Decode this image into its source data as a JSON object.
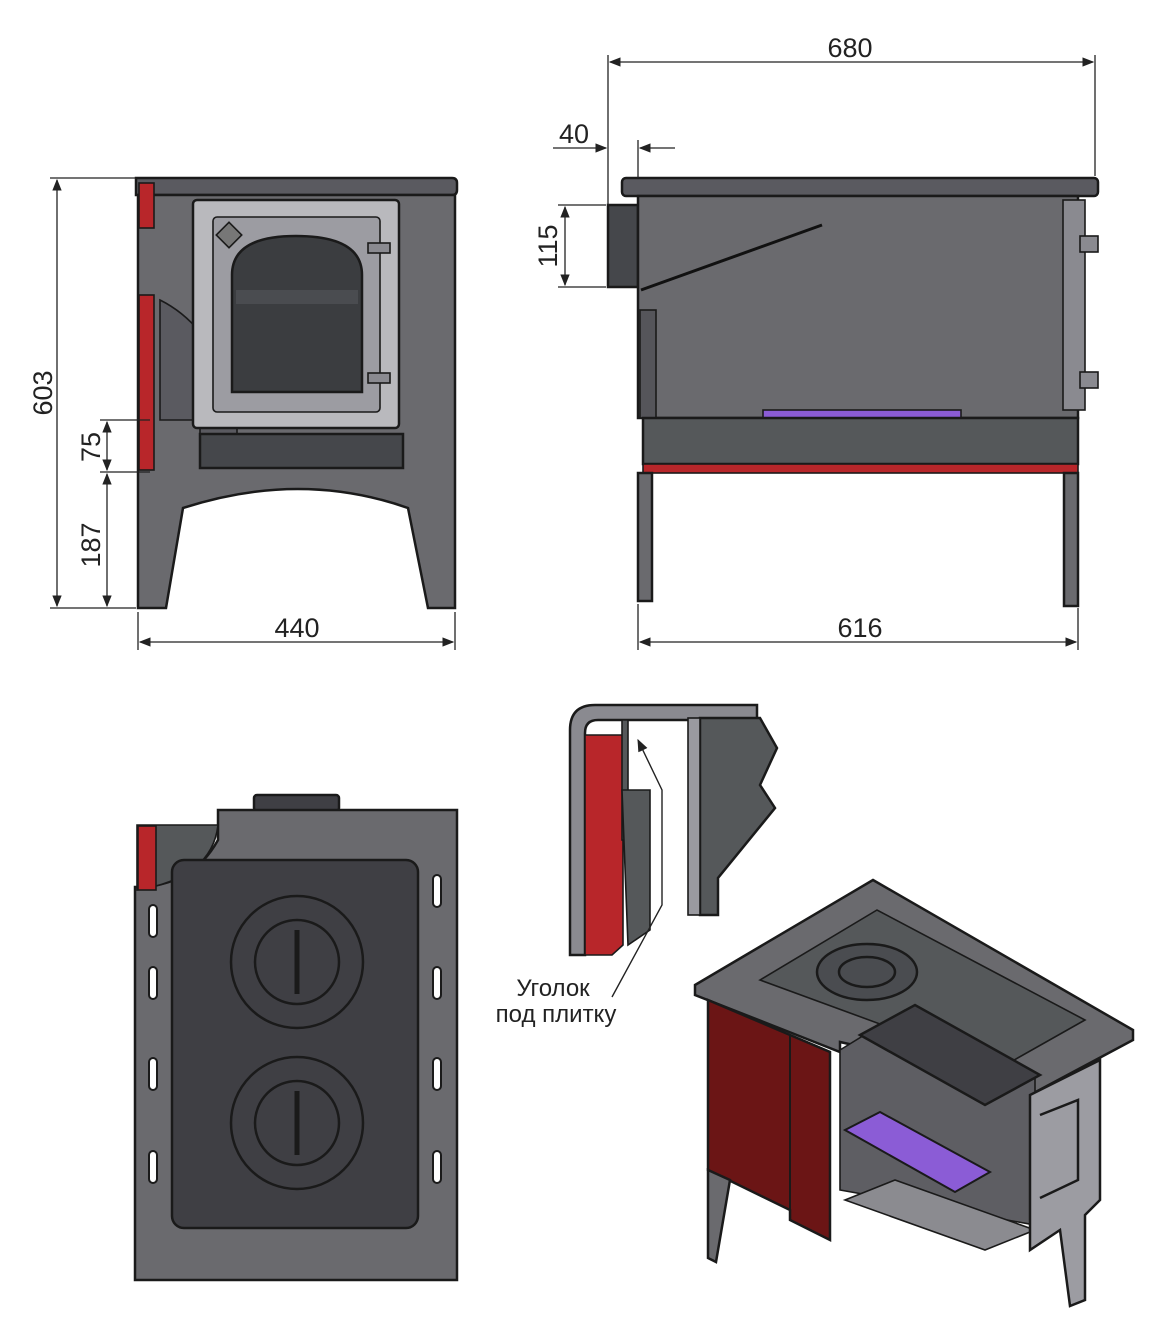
{
  "dimensions": {
    "front_width": "440",
    "overall_height": "603",
    "door_sill_height": "75",
    "leg_height": "187",
    "total_depth": "680",
    "top_overhang": "40",
    "flue_height": "115",
    "body_depth": "616"
  },
  "callout": {
    "line1": "Уголок",
    "line2": "под плитку"
  },
  "colors": {
    "body": "#6a6a6e",
    "body_dark": "#3f3f44",
    "top_plate": "#4a4a50",
    "lining_red": "#b8262a",
    "lining_dark_red": "#6b1515",
    "grate_purple": "#8b5cd6",
    "stone": "#55585a",
    "outline": "#1a1a1a"
  }
}
